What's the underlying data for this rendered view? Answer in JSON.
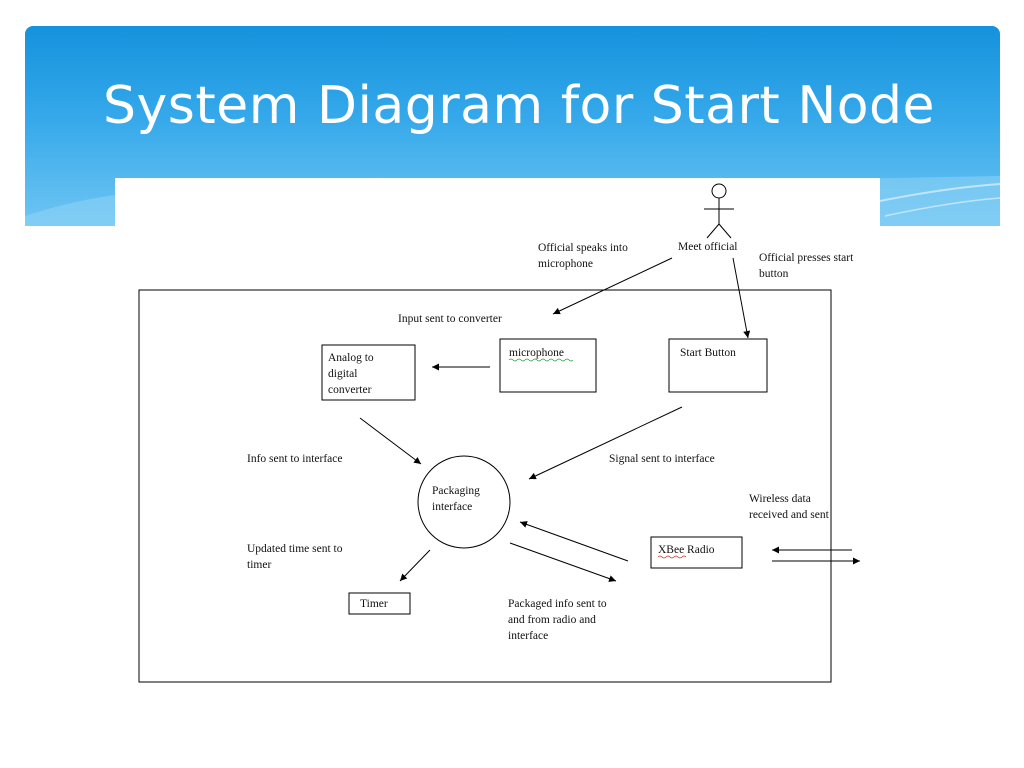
{
  "slide": {
    "title": "System Diagram for Start Node",
    "colors": {
      "header_top": "#1592dc",
      "header_bottom": "#6fc5f3"
    }
  },
  "diagram": {
    "actor": "Meet official",
    "label_official_speaks": [
      "Official speaks into",
      "microphone"
    ],
    "label_official_presses": [
      "Official presses start",
      "button"
    ],
    "label_input_converter": "Input sent to converter",
    "node_adc": [
      "Analog to",
      "digital",
      "converter"
    ],
    "node_microphone": "microphone",
    "node_start_button": "Start Button",
    "label_info_interface": "Info sent to interface",
    "label_signal_interface": "Signal sent to interface",
    "node_packaging": [
      "Packaging",
      "interface"
    ],
    "label_wireless": [
      "Wireless data",
      "received and sent"
    ],
    "node_xbee": "XBee Radio",
    "label_updated_time": [
      "Updated time sent to",
      "timer"
    ],
    "node_timer": "Timer",
    "label_packaged_info": [
      "Packaged info sent to",
      "and from radio and",
      "interface"
    ]
  }
}
